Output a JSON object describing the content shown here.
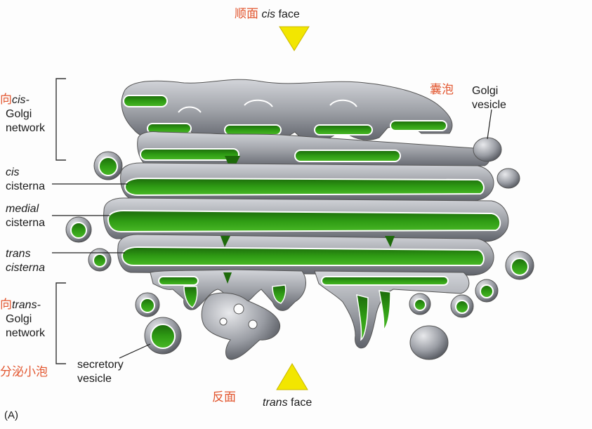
{
  "labels": {
    "cis_face_zh": "顺面",
    "cis_face_italic": "cis",
    "cis_face_word": "face",
    "trans_face_zh": "反面",
    "trans_face_italic": "trans",
    "trans_face_word": "face",
    "cis_golgi_zh": "向",
    "cis_golgi_italic": "cis-",
    "cis_golgi_line2": "Golgi",
    "cis_golgi_line3": "network",
    "cis_cisterna_italic": "cis",
    "cis_cisterna_word": "cisterna",
    "medial_cisterna_italic": "medial",
    "medial_cisterna_word": "cisterna",
    "trans_cisterna_italic": "trans",
    "trans_cisterna_word": "cisterna",
    "trans_golgi_zh": "向",
    "trans_golgi_italic": "trans-",
    "trans_golgi_line2": "Golgi",
    "trans_golgi_line3": "network",
    "golgi_vesicle_zh": "囊泡",
    "golgi_vesicle_line1": "Golgi",
    "golgi_vesicle_line2": "vesicle",
    "secretory_zh": "分泌小泡",
    "secretory_line1": "secretory",
    "secretory_line2": "vesicle",
    "panel": "(A)"
  },
  "colors": {
    "membrane": "#a9acb2",
    "membrane_dark": "#6d7077",
    "lumen": "#2f9a14",
    "lumen_dark": "#1d6a0a",
    "arrow": "#f2e600",
    "zh_text": "#e2562f"
  }
}
